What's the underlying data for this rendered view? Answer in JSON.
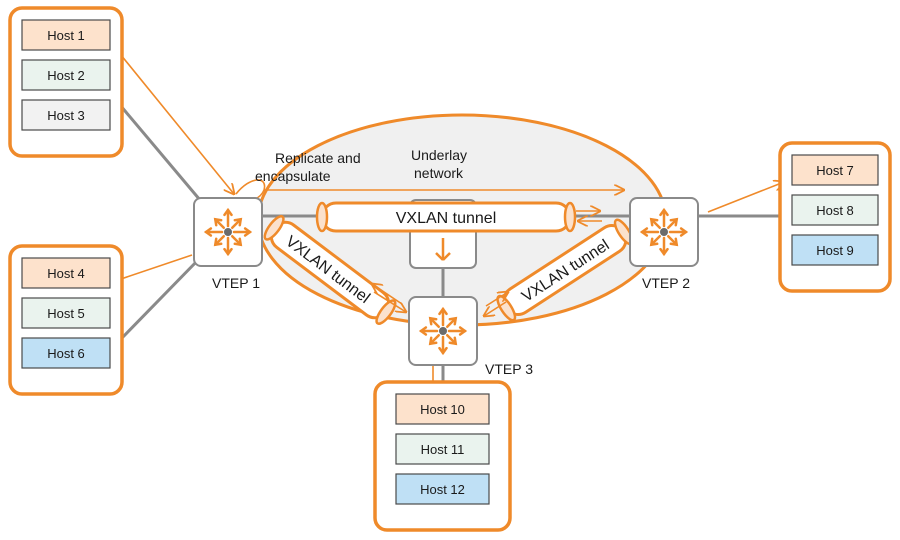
{
  "colors": {
    "accent": "#ef8a2a",
    "link": "#8a8a8a",
    "host_orange": "#fde2cc",
    "host_green": "#eaf3ee",
    "host_gray": "#f2f2f2",
    "host_blue": "#bfe0f5",
    "underlay_fill": "#f0f0f0"
  },
  "underlay": {
    "label_line1": "Underlay",
    "label_line2": "network"
  },
  "replicate": {
    "line1": "Replicate and",
    "line2": "encapsulate"
  },
  "vteps": [
    {
      "id": "vtep1",
      "label": "VTEP 1"
    },
    {
      "id": "vtep2",
      "label": "VTEP 2"
    },
    {
      "id": "vtep3",
      "label": "VTEP 3"
    }
  ],
  "tunnels": [
    {
      "id": "t12",
      "label": "VXLAN tunnel"
    },
    {
      "id": "t13",
      "label": "VXLAN tunnel"
    },
    {
      "id": "t23",
      "label": "VXLAN tunnel"
    }
  ],
  "host_groups": [
    {
      "id": "group-a",
      "hosts": [
        {
          "label": "Host 1",
          "color": "host_orange"
        },
        {
          "label": "Host 2",
          "color": "host_green"
        },
        {
          "label": "Host 3",
          "color": "host_gray"
        }
      ]
    },
    {
      "id": "group-b",
      "hosts": [
        {
          "label": "Host 4",
          "color": "host_orange"
        },
        {
          "label": "Host 5",
          "color": "host_green"
        },
        {
          "label": "Host 6",
          "color": "host_blue"
        }
      ]
    },
    {
      "id": "group-c",
      "hosts": [
        {
          "label": "Host 7",
          "color": "host_orange"
        },
        {
          "label": "Host 8",
          "color": "host_green"
        },
        {
          "label": "Host 9",
          "color": "host_blue"
        }
      ]
    },
    {
      "id": "group-d",
      "hosts": [
        {
          "label": "Host 10",
          "color": "host_orange"
        },
        {
          "label": "Host 11",
          "color": "host_green"
        },
        {
          "label": "Host 12",
          "color": "host_blue"
        }
      ]
    }
  ]
}
